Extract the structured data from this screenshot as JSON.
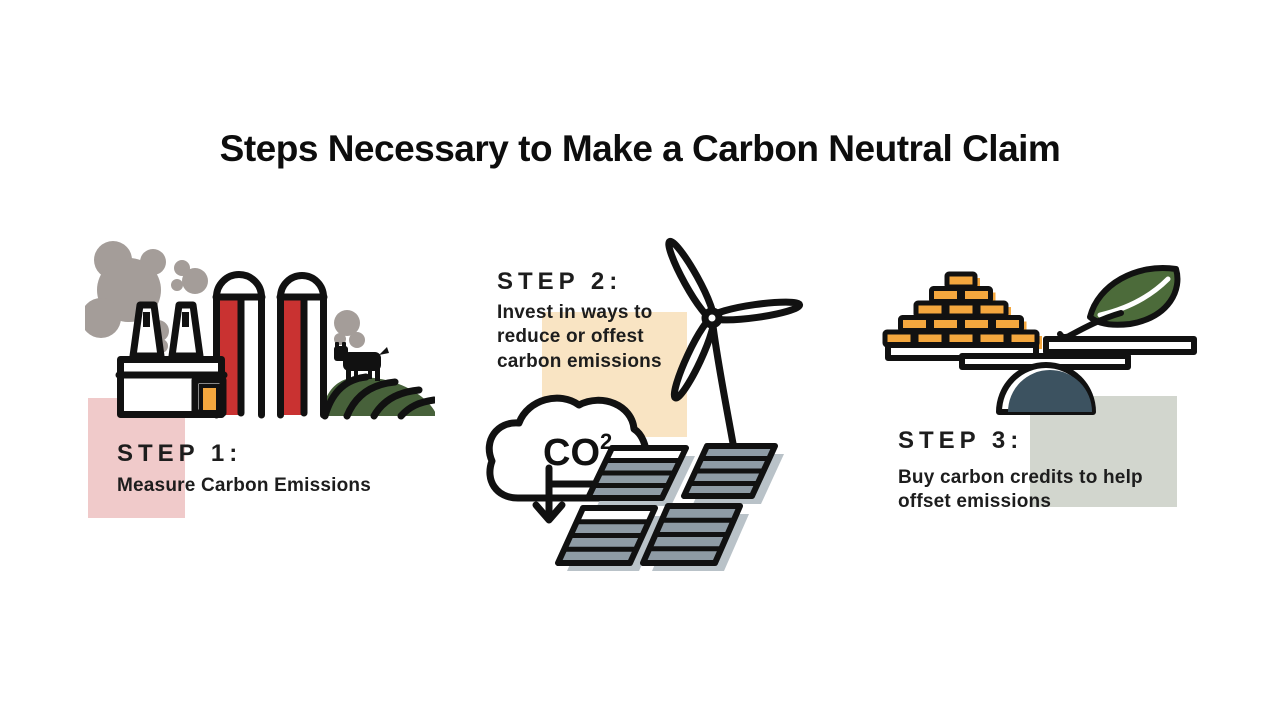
{
  "title": "Steps Necessary to Make a Carbon Neutral Claim",
  "steps": [
    {
      "label": "STEP 1:",
      "description": "Measure Carbon Emissions",
      "icon": "factory-farm-emissions-illustration",
      "accent_color": "#f0caca"
    },
    {
      "label": "STEP 2:",
      "description": "Invest in ways to reduce or offest carbon emissions",
      "icon": "wind-turbine-solar-panels-co2-cloud-illustration",
      "co2": {
        "base": "CO",
        "sup": "2"
      },
      "accent_color": "#f9e4c3"
    },
    {
      "label": "STEP 3:",
      "description": "Buy carbon credits to help offset emissions",
      "icon": "balance-scale-gold-bars-leaf-illustration",
      "accent_color": "#d2d6ce"
    }
  ],
  "palette": {
    "ink": "#111111",
    "smoke": "#a49d99",
    "barn-red": "#c93231",
    "door-gold": "#f4a73e",
    "field-green": "#47613a",
    "leaf-green": "#4c6b3a",
    "panel-blue": "#8e9ba5",
    "panel-shadow": "#b9c2c8",
    "scale-teal": "#3c5260",
    "accent-pink": "#f0caca",
    "accent-tan": "#f9e4c3",
    "accent-sage": "#d2d6ce"
  }
}
